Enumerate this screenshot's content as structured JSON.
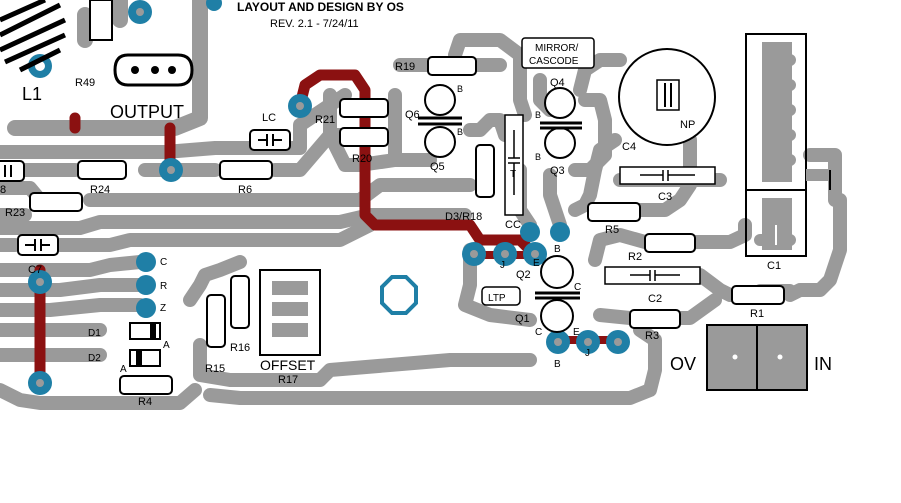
{
  "credits": {
    "line1": "LAYOUT AND DESIGN BY OS",
    "line2": "REV. 2.1 - 7/24/11"
  },
  "labels": {
    "l1": "L1",
    "r49": "R49",
    "output": "OUTPUT",
    "lc": "LC",
    "r21": "R21",
    "r20": "R20",
    "r19": "R19",
    "q6": "Q6",
    "q5": "Q5",
    "q4": "Q4",
    "q3": "Q3",
    "b_q6": "B",
    "b_q5": "B",
    "b_q4": "B",
    "b_q3": "B",
    "mirror1": "MIRROR/",
    "mirror2": "CASCODE",
    "np": "NP",
    "c4": "C4",
    "c3": "C3",
    "r24": "R24",
    "r6": "R6",
    "r23": "R23",
    "r8": "8",
    "c7": "C7",
    "d3r18": "D3/R18",
    "cc": "CC",
    "t": "T",
    "r5": "R5",
    "r2": "R2",
    "c1": "C1",
    "c2": "C2",
    "r3": "R3",
    "r1": "R1",
    "ltp": "LTP",
    "q2": "Q2",
    "q1": "Q1",
    "b_q2": "B",
    "e_q2": "E",
    "c_q2": "C",
    "c_q1": "C",
    "e_q1": "E",
    "b_q1": "B",
    "j1": "J",
    "j2": "J",
    "pin_c": "C",
    "pin_r": "R",
    "pin_z": "Z",
    "d1": "D1",
    "d2": "D2",
    "a1": "A",
    "a2": "A",
    "r4": "R4",
    "r15": "R15",
    "r16": "R16",
    "offset": "OFFSET",
    "r17": "R17",
    "ov": "OV",
    "in": "IN"
  },
  "colors": {
    "trace": "#9a9a9a",
    "red_trace": "#8b1111",
    "pad": "#1f7fa6",
    "background": "#ffffff"
  }
}
